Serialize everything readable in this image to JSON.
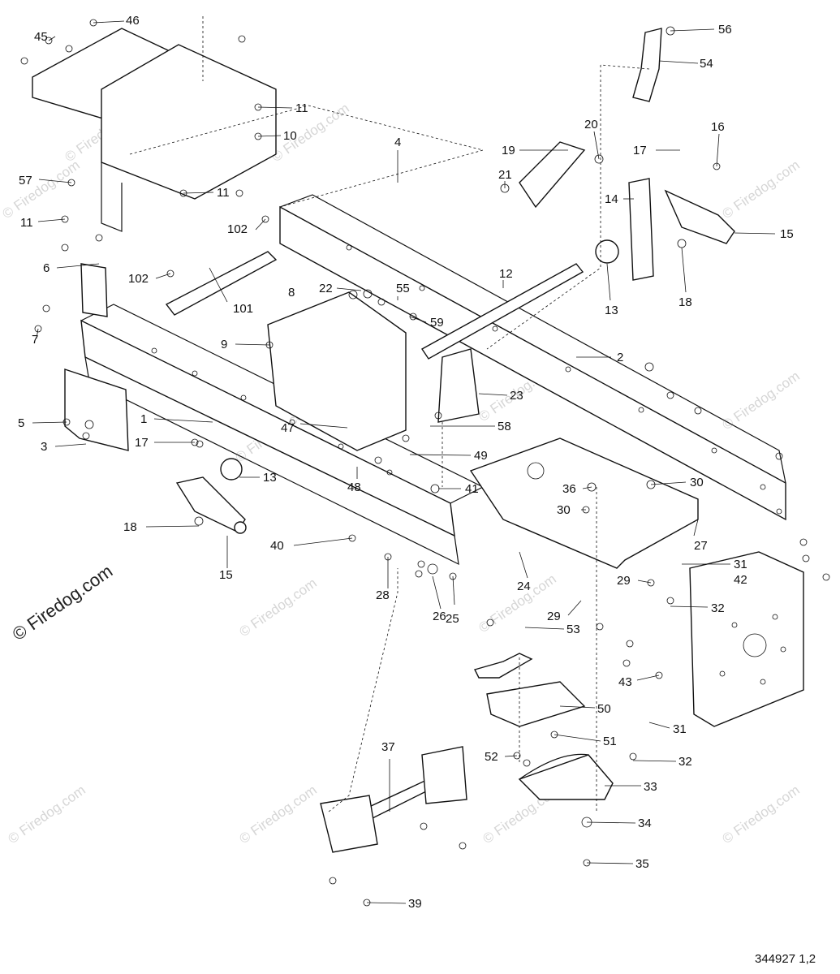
{
  "watermark": {
    "text": "© Firedog.com"
  },
  "reference_number": "344927 1,2",
  "part_labels": [
    {
      "id": "46",
      "text": "46"
    },
    {
      "id": "45",
      "text": "45"
    },
    {
      "id": "56",
      "text": "56"
    },
    {
      "id": "54",
      "text": "54"
    },
    {
      "id": "11a",
      "text": "11"
    },
    {
      "id": "10",
      "text": "10"
    },
    {
      "id": "20",
      "text": "20"
    },
    {
      "id": "16",
      "text": "16"
    },
    {
      "id": "4",
      "text": "4"
    },
    {
      "id": "19",
      "text": "19"
    },
    {
      "id": "17a",
      "text": "17"
    },
    {
      "id": "57",
      "text": "57"
    },
    {
      "id": "21",
      "text": "21"
    },
    {
      "id": "11b",
      "text": "11"
    },
    {
      "id": "14",
      "text": "14"
    },
    {
      "id": "11c",
      "text": "11"
    },
    {
      "id": "102a",
      "text": "102"
    },
    {
      "id": "15a",
      "text": "15"
    },
    {
      "id": "6",
      "text": "6"
    },
    {
      "id": "12",
      "text": "12"
    },
    {
      "id": "102b",
      "text": "102"
    },
    {
      "id": "22",
      "text": "22"
    },
    {
      "id": "55",
      "text": "55"
    },
    {
      "id": "8",
      "text": "8"
    },
    {
      "id": "13a",
      "text": "13"
    },
    {
      "id": "18a",
      "text": "18"
    },
    {
      "id": "101",
      "text": "101"
    },
    {
      "id": "59",
      "text": "59"
    },
    {
      "id": "7",
      "text": "7"
    },
    {
      "id": "9",
      "text": "9"
    },
    {
      "id": "2",
      "text": "2"
    },
    {
      "id": "23",
      "text": "23"
    },
    {
      "id": "5",
      "text": "5"
    },
    {
      "id": "1",
      "text": "1"
    },
    {
      "id": "47",
      "text": "47"
    },
    {
      "id": "58",
      "text": "58"
    },
    {
      "id": "3",
      "text": "3"
    },
    {
      "id": "17b",
      "text": "17"
    },
    {
      "id": "49",
      "text": "49"
    },
    {
      "id": "13b",
      "text": "13"
    },
    {
      "id": "48",
      "text": "48"
    },
    {
      "id": "41",
      "text": "41"
    },
    {
      "id": "36",
      "text": "36"
    },
    {
      "id": "30a",
      "text": "30"
    },
    {
      "id": "18b",
      "text": "18"
    },
    {
      "id": "30b",
      "text": "30"
    },
    {
      "id": "27",
      "text": "27"
    },
    {
      "id": "40",
      "text": "40"
    },
    {
      "id": "15b",
      "text": "15"
    },
    {
      "id": "31a",
      "text": "31"
    },
    {
      "id": "42",
      "text": "42"
    },
    {
      "id": "29a",
      "text": "29"
    },
    {
      "id": "28",
      "text": "28"
    },
    {
      "id": "24",
      "text": "24"
    },
    {
      "id": "32a",
      "text": "32"
    },
    {
      "id": "25",
      "text": "25"
    },
    {
      "id": "26",
      "text": "26"
    },
    {
      "id": "29b",
      "text": "29"
    },
    {
      "id": "53",
      "text": "53"
    },
    {
      "id": "43",
      "text": "43"
    },
    {
      "id": "50",
      "text": "50"
    },
    {
      "id": "31b",
      "text": "31"
    },
    {
      "id": "51",
      "text": "51"
    },
    {
      "id": "37",
      "text": "37"
    },
    {
      "id": "52",
      "text": "52"
    },
    {
      "id": "32b",
      "text": "32"
    },
    {
      "id": "33",
      "text": "33"
    },
    {
      "id": "34",
      "text": "34"
    },
    {
      "id": "35",
      "text": "35"
    },
    {
      "id": "39",
      "text": "39"
    }
  ]
}
